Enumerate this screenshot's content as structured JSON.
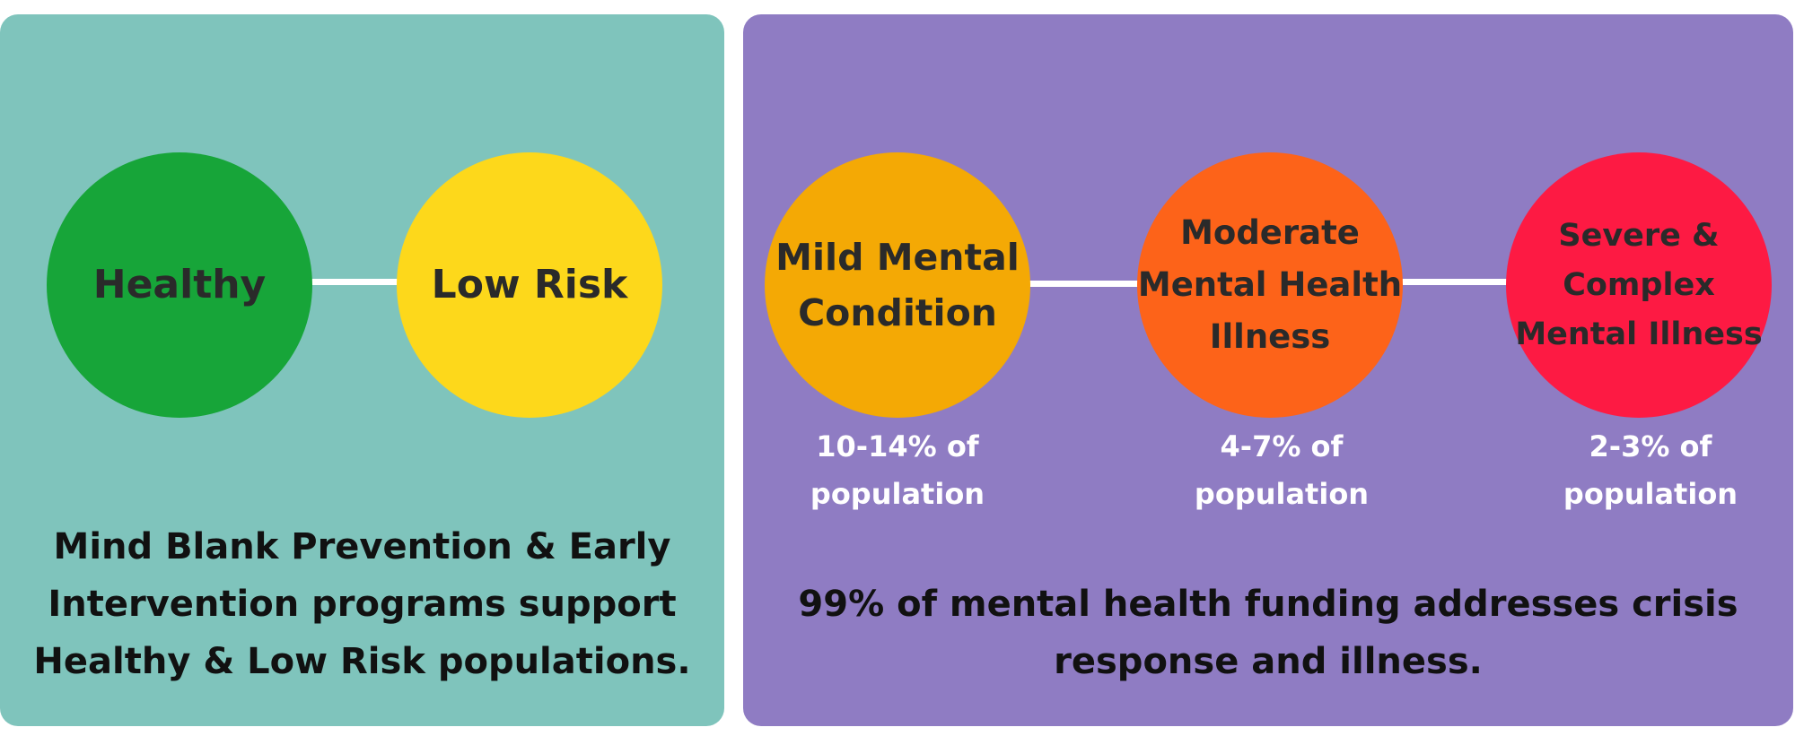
{
  "left_panel": {
    "color": "#7fc4bc",
    "stages": [
      {
        "label": "Healthy",
        "color": "#17a539"
      },
      {
        "label": "Low Risk",
        "color": "#fdd81b"
      }
    ],
    "caption": "Mind Blank Prevention & Early\nIntervention programs support\nHealthy & Low Risk populations."
  },
  "right_panel": {
    "color": "#8f7cc3",
    "stages": [
      {
        "label": "Mild Mental\nCondition",
        "color": "#f4a905",
        "stat": "10-14% of\npopulation"
      },
      {
        "label": "Moderate\nMental Health\nIllness",
        "color": "#fd6319",
        "stat": "4-7% of\npopulation"
      },
      {
        "label": "Severe &\nComplex\nMental Illness",
        "color": "#fd1a43",
        "stat": "2-3% of\npopulation"
      }
    ],
    "caption": "99% of mental health funding addresses crisis\nresponse and illness."
  }
}
